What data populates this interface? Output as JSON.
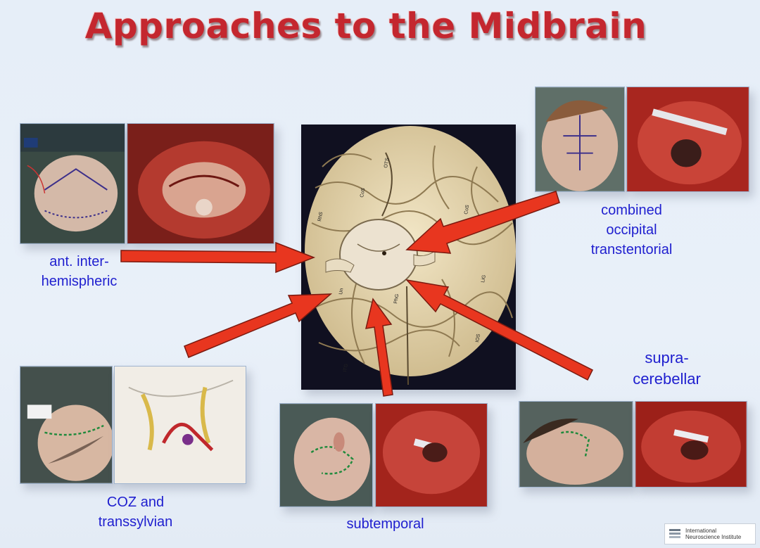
{
  "title": "Approaches to the Midbrain",
  "approaches": [
    {
      "id": "interhemispheric",
      "lines": [
        "ant. inter-",
        "hemispheric"
      ]
    },
    {
      "id": "occipital",
      "lines": [
        "combined",
        "occipital",
        "transtentorial"
      ]
    },
    {
      "id": "coz",
      "lines": [
        "COZ and",
        "transsylvian"
      ]
    },
    {
      "id": "subtemporal",
      "lines": [
        "subtemporal"
      ]
    },
    {
      "id": "supracerebellar",
      "lines": [
        "supra-",
        "cerebellar"
      ]
    }
  ],
  "brain_labels": [
    "OTS",
    "CoS",
    "RhS",
    "CoS",
    "LiG",
    "PhG",
    "Un",
    "ITG",
    "IOS"
  ],
  "logo": {
    "line1": "International",
    "line2": "Neuroscience Institute"
  },
  "colors": {
    "title": "#c4272f",
    "label": "#1f1fcf",
    "arrow": "#e8361f",
    "background": "#e6eef8"
  }
}
